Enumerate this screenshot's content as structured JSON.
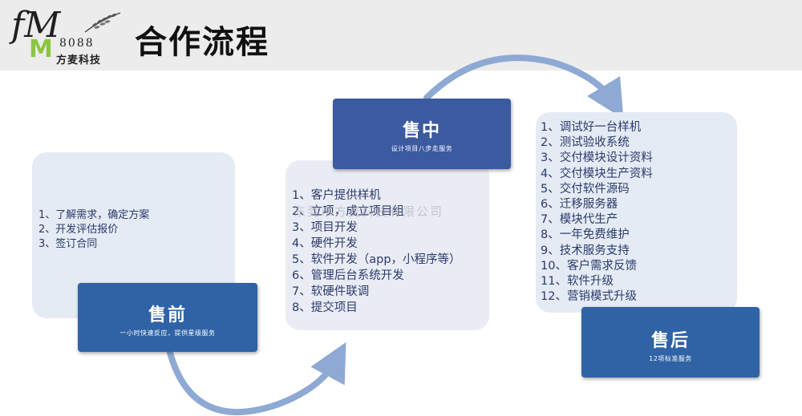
{
  "header": {
    "logo": {
      "letters": "fM",
      "m_letter": "M",
      "number": "8088",
      "company": "方麦科技"
    },
    "title": "合作流程"
  },
  "colors": {
    "header_bg": "#ececec",
    "panel_bg": "#e4ebf4",
    "tag_blue": "#2f63a6",
    "tag_indigo": "#3b5aa0",
    "arrow": "#8ea9d3",
    "logo_green": "#8cc63f"
  },
  "stages": {
    "pre": {
      "title": "售前",
      "subtitle": "一小时快速反应，提供星级服务",
      "items": [
        "1、了解需求，确定方案",
        "2、开发评估报价",
        "3、签订合同"
      ]
    },
    "mid": {
      "title": "售中",
      "subtitle": "设计项目八步走服务",
      "items": [
        "1、客户提供样机",
        "2、立项，成立项目组",
        "3、项目开发",
        "4、硬件开发",
        "5、软件开发（app，小程序等）",
        "6、管理后台系统开发",
        "7、软硬件联调",
        "8、提交项目"
      ]
    },
    "post": {
      "title": "售后",
      "subtitle": "12项标准服务",
      "items": [
        "1、调试好一台样机",
        "2、测试验收系统",
        "3、交付模块设计资料",
        "4、交付模块生产资料",
        "5、交付软件源码",
        "6、迁移服务器",
        "7、模块代生产",
        "8、一年免费维护",
        "9、技术服务支持",
        "10、客户需求反馈",
        "11、软件升级",
        "12、营销模式升级"
      ]
    }
  },
  "watermark": "东莞市方麦科技有限公司",
  "icons": {
    "wheat": "wheat-icon",
    "arrows": [
      "curved-arrow-icon",
      "curved-arrow-icon"
    ]
  }
}
